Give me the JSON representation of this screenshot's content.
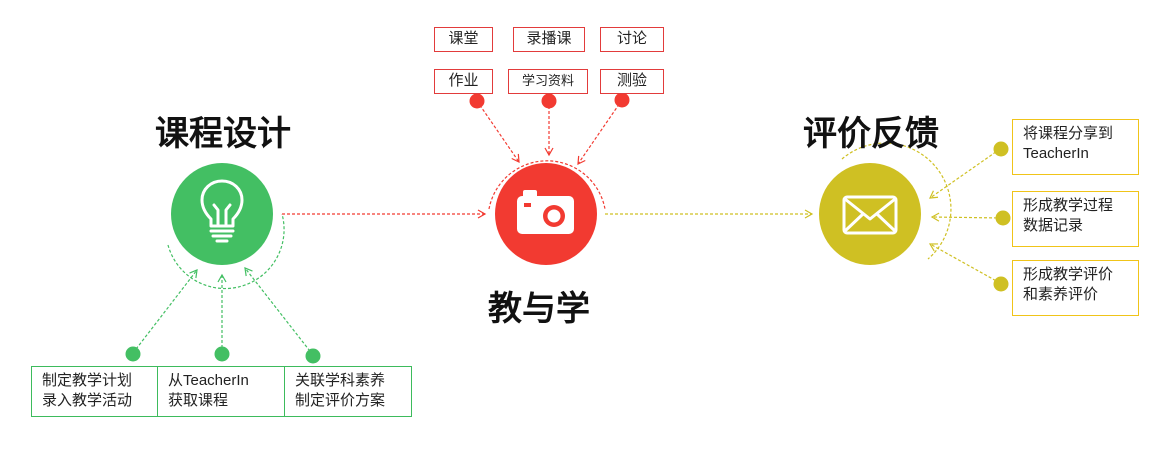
{
  "stages": {
    "design": {
      "title": "课程设计",
      "icon": "lightbulb-icon",
      "color": "#43bf63"
    },
    "teach": {
      "title": "教与学",
      "icon": "camera-icon",
      "color": "#f23a31"
    },
    "feedback": {
      "title": "评价反馈",
      "icon": "envelope-icon",
      "color": "#cfc023"
    }
  },
  "teach_tags": [
    {
      "label": "课堂"
    },
    {
      "label": "录播课"
    },
    {
      "label": "讨论"
    },
    {
      "label": "作业"
    },
    {
      "label": "学习资料"
    },
    {
      "label": "测验"
    }
  ],
  "design_inputs": [
    {
      "line1": "制定教学计划",
      "line2": "录入教学活动"
    },
    {
      "line1": "从TeacherIn",
      "line2": "获取课程"
    },
    {
      "line1": "关联学科素养",
      "line2": "制定评价方案"
    }
  ],
  "feedback_outputs": [
    {
      "line1": "将课程分享到",
      "line2": "TeacherIn"
    },
    {
      "line1": "形成教学过程",
      "line2": "数据记录"
    },
    {
      "line1": "形成教学评价",
      "line2": "和素养评价"
    }
  ],
  "colors": {
    "green": "#43bf63",
    "red": "#f23a31",
    "yellow": "#cfc023",
    "green_border": "#3dbb5c",
    "red_border": "#e23b3b",
    "yellow_border": "#f0c419"
  }
}
